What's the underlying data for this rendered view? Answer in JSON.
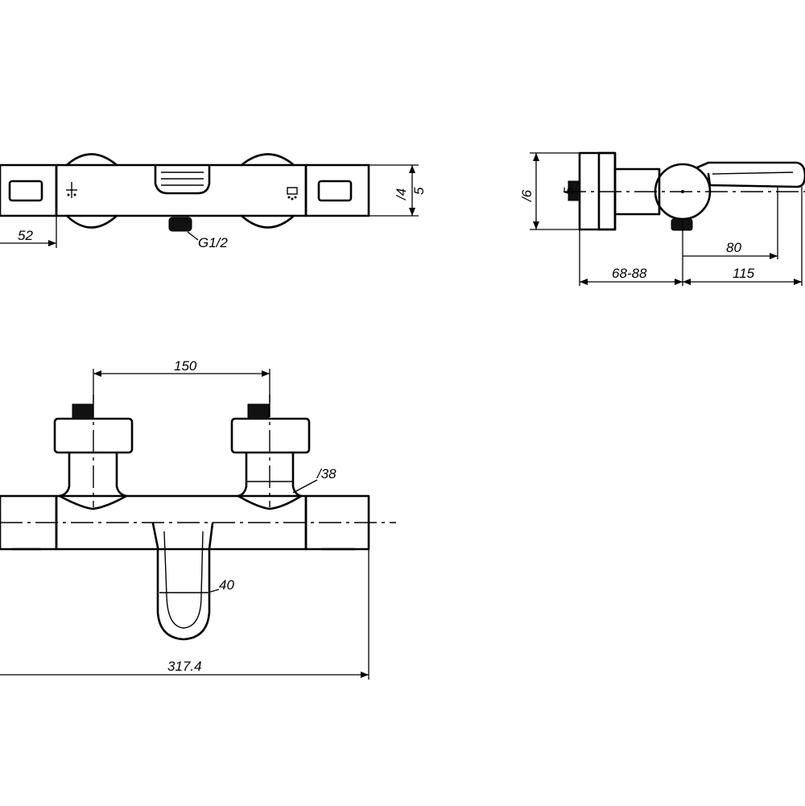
{
  "top_view": {
    "dim_left": "52",
    "thread_label": "G1/2",
    "dim_height_a": "/4",
    "dim_height_b": "5"
  },
  "side_view": {
    "dim_diam": "/6",
    "dim_height": "5",
    "dim_offset": "80",
    "dim_wall": "68-88",
    "dim_depth": "115"
  },
  "front_view": {
    "dim_centers": "150",
    "dim_body_diam": "/38",
    "dim_spout": "40",
    "dim_length": "317.4"
  },
  "colors": {
    "line": "#000000",
    "background": "#ffffff"
  }
}
